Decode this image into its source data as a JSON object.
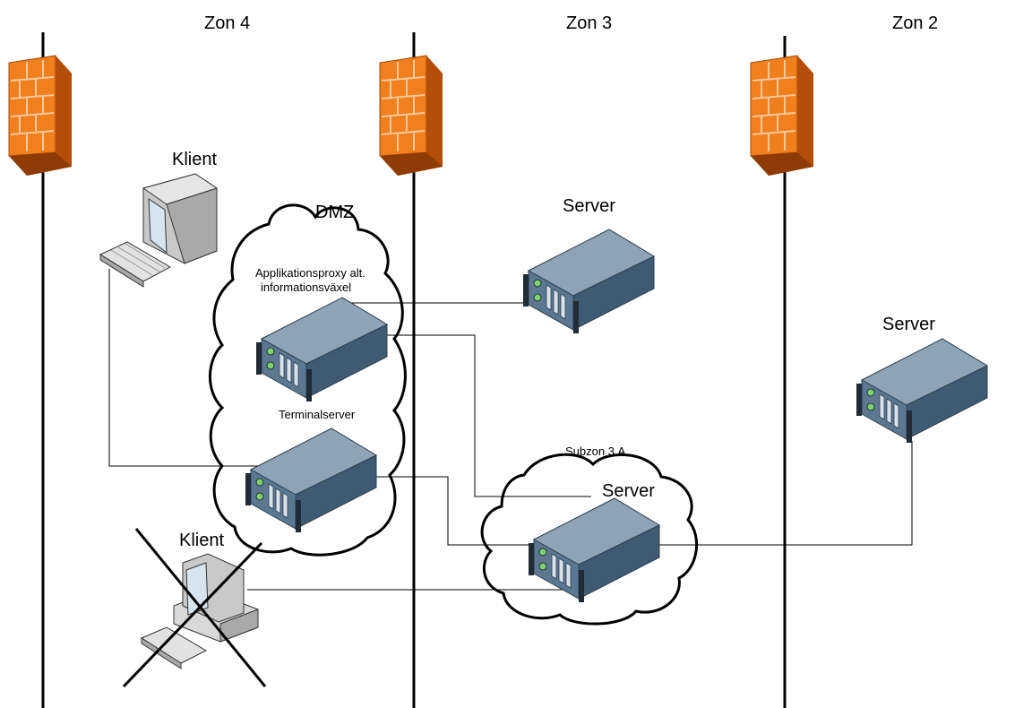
{
  "zones": [
    {
      "label": "Zon 4"
    },
    {
      "label": "Zon 3"
    },
    {
      "label": "Zon 2"
    }
  ],
  "labels": {
    "klient_top": "Klient",
    "dmz": "DMZ",
    "proxy_line1": "Applikationsproxy alt.",
    "proxy_line2": "informationsväxel",
    "terminalserver": "Terminalserver",
    "server_zon3": "Server",
    "server_zon2": "Server",
    "subzon": "Subzon 3.A",
    "server_subzon": "Server",
    "klient_bottom": "Klient"
  },
  "colors": {
    "firewall_light": "#f9a460",
    "firewall_mid": "#f07f1e",
    "firewall_dark": "#c85a0c",
    "server_top": "#8fa3b6",
    "server_side": "#3f5a72",
    "server_front": "#5c7891"
  },
  "icons": [
    "firewall-icon",
    "server-icon",
    "desktop-computer-icon",
    "keyboard-icon",
    "pc-tower-icon"
  ]
}
